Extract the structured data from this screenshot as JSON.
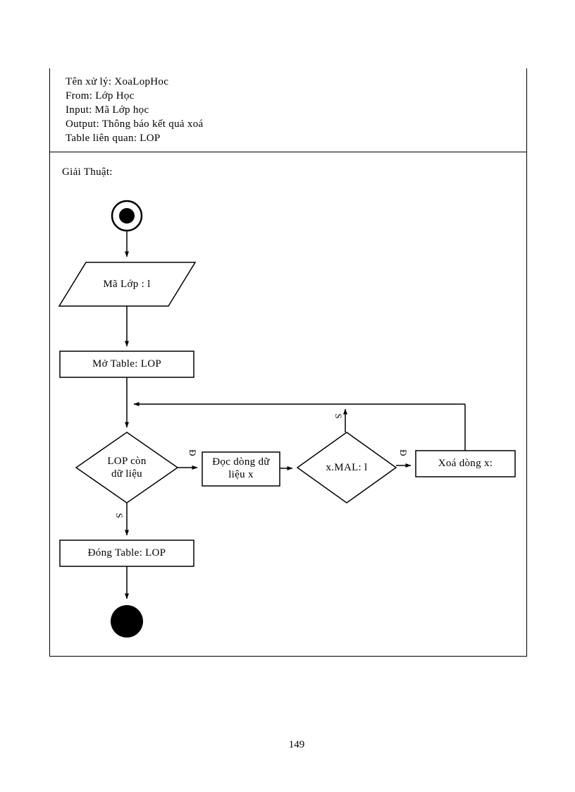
{
  "header": {
    "lines": [
      "Tên xử lý:  XoaLopHoc",
      "From:  Lớp Học",
      "Input:  Mã Lớp học",
      "Output:  Thông  báo kết quả xoá",
      "Table liên  quan:  LOP"
    ]
  },
  "flowchart": {
    "section_title": "Giải  Thuật:",
    "nodes": [
      {
        "id": "start",
        "type": "start",
        "label": ""
      },
      {
        "id": "input-ma-lop",
        "type": "io",
        "label": "Mã Lớp : l"
      },
      {
        "id": "open-table",
        "type": "process",
        "label": "Mở Table:  LOP"
      },
      {
        "id": "check-data",
        "type": "decision",
        "label": "LOP còn dữ liệu",
        "line1": "LOP còn",
        "line2": "dữ liệu"
      },
      {
        "id": "read-row",
        "type": "process",
        "label": "Đọc dòng dữ liệu x",
        "line1": "Đọc  dòng  dữ",
        "line2": "liệu  x"
      },
      {
        "id": "check-mal",
        "type": "decision",
        "label": "x.MAL:  l"
      },
      {
        "id": "delete-row",
        "type": "process",
        "label": "Xoá  dòng  x:"
      },
      {
        "id": "close-table",
        "type": "process",
        "label": "Đóng Table:  LOP"
      },
      {
        "id": "end",
        "type": "end",
        "label": ""
      }
    ],
    "edges": [
      {
        "from": "start",
        "to": "input-ma-lop",
        "label": ""
      },
      {
        "from": "input-ma-lop",
        "to": "open-table",
        "label": ""
      },
      {
        "from": "open-table",
        "to": "check-data",
        "label": ""
      },
      {
        "from": "check-data",
        "to": "read-row",
        "label": "Đ"
      },
      {
        "from": "read-row",
        "to": "check-mal",
        "label": ""
      },
      {
        "from": "check-mal",
        "to": "delete-row",
        "label": "Đ"
      },
      {
        "from": "check-mal",
        "to": "check-data",
        "label": "S"
      },
      {
        "from": "delete-row",
        "to": "check-data",
        "label": ""
      },
      {
        "from": "check-data",
        "to": "close-table",
        "label": "S"
      },
      {
        "from": "close-table",
        "to": "end",
        "label": ""
      }
    ]
  },
  "page": {
    "number": "149"
  }
}
